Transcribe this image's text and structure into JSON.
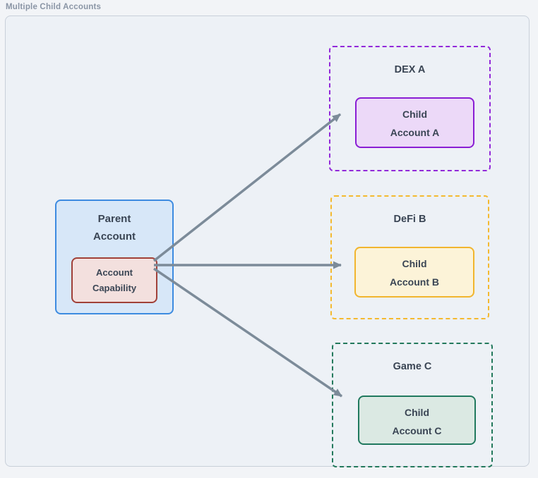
{
  "title": "Multiple Child Accounts",
  "parent_account": {
    "label_line1": "Parent",
    "label_line2": "Account",
    "capability": {
      "label_line1": "Account",
      "label_line2": "Capability"
    }
  },
  "child_groups": [
    {
      "name": "DEX A",
      "child_line1": "Child",
      "child_line2": "Account A",
      "accent_color": "#9229d9",
      "child_fill": "#ecd9f8",
      "child_border": "#8a1ed4"
    },
    {
      "name": "DeFi B",
      "child_line1": "Child",
      "child_line2": "Account B",
      "accent_color": "#f4b92f",
      "child_fill": "#fcf3d8",
      "child_border": "#f1b52e"
    },
    {
      "name": "Game C",
      "child_line1": "Child",
      "child_line2": "Account C",
      "accent_color": "#23795c",
      "child_fill": "#dbe9e3",
      "child_border": "#20795e"
    }
  ],
  "arrows": [
    {
      "from": "account-capability",
      "to": "child-account-a"
    },
    {
      "from": "account-capability",
      "to": "child-account-b"
    },
    {
      "from": "account-capability",
      "to": "child-account-c"
    }
  ],
  "colors": {
    "page_background": "#f2f4f7",
    "container_fill": "#edf1f6",
    "container_border": "#c8cfd9",
    "parent_fill": "#d7e7f8",
    "parent_border": "#3d8be0",
    "capability_fill": "#f3e0de",
    "capability_border": "#a04038",
    "arrow": "#7c8b99",
    "title_text": "#8a95a5",
    "label_text": "#3a4554"
  }
}
